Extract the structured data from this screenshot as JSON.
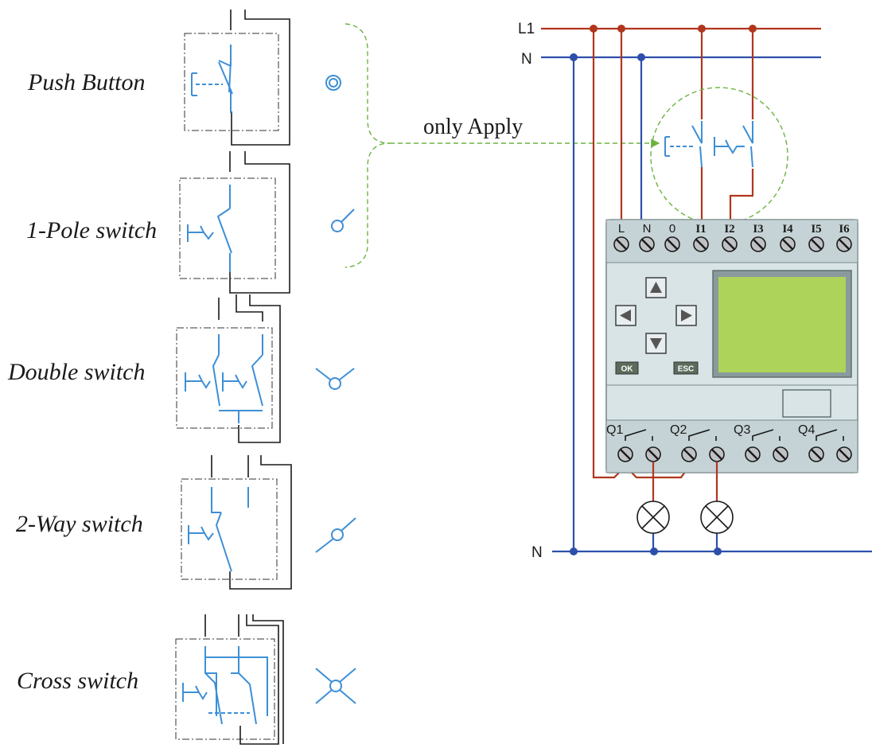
{
  "switch_types": [
    {
      "label": "Push Button",
      "symbol": "push-button-symbol"
    },
    {
      "label": "1-Pole switch",
      "symbol": "one-pole-switch-symbol"
    },
    {
      "label": "Double switch",
      "symbol": "double-switch-symbol"
    },
    {
      "label": "2-Way switch",
      "symbol": "two-way-switch-symbol"
    },
    {
      "label": "Cross switch",
      "symbol": "cross-switch-symbol"
    }
  ],
  "note": "only Apply",
  "bus": {
    "line": "L1",
    "neutral_top": "N",
    "neutral_bottom": "N"
  },
  "logo_module": {
    "input_terminals": [
      "L",
      "N",
      "0",
      "I1",
      "I2",
      "I3",
      "I4",
      "I5",
      "I6"
    ],
    "outputs": [
      "Q1",
      "Q2",
      "Q3",
      "Q4"
    ],
    "keys": {
      "ok": "OK",
      "esc": "ESC"
    },
    "display_color": "#aed35b"
  },
  "colors": {
    "line_wire": "#b1361e",
    "neutral_wire": "#2d4fab",
    "switch_symbol": "#3d8fd6",
    "bracket": "#6cb33f",
    "module_body": "#d8e4e6"
  }
}
